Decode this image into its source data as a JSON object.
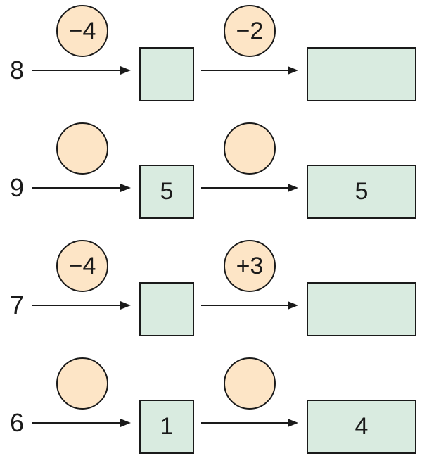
{
  "colors": {
    "operation_circle_fill": "#fde5c6",
    "result_box_fill": "#d9ebe0",
    "stroke": "#1a1a1a"
  },
  "rows": [
    {
      "start": "8",
      "op1": "−4",
      "mid": "",
      "op2": "−2",
      "end": ""
    },
    {
      "start": "9",
      "op1": "",
      "mid": "5",
      "op2": "",
      "end": "5"
    },
    {
      "start": "7",
      "op1": "−4",
      "mid": "",
      "op2": "+3",
      "end": ""
    },
    {
      "start": "6",
      "op1": "",
      "mid": "1",
      "op2": "",
      "end": "4"
    }
  ]
}
